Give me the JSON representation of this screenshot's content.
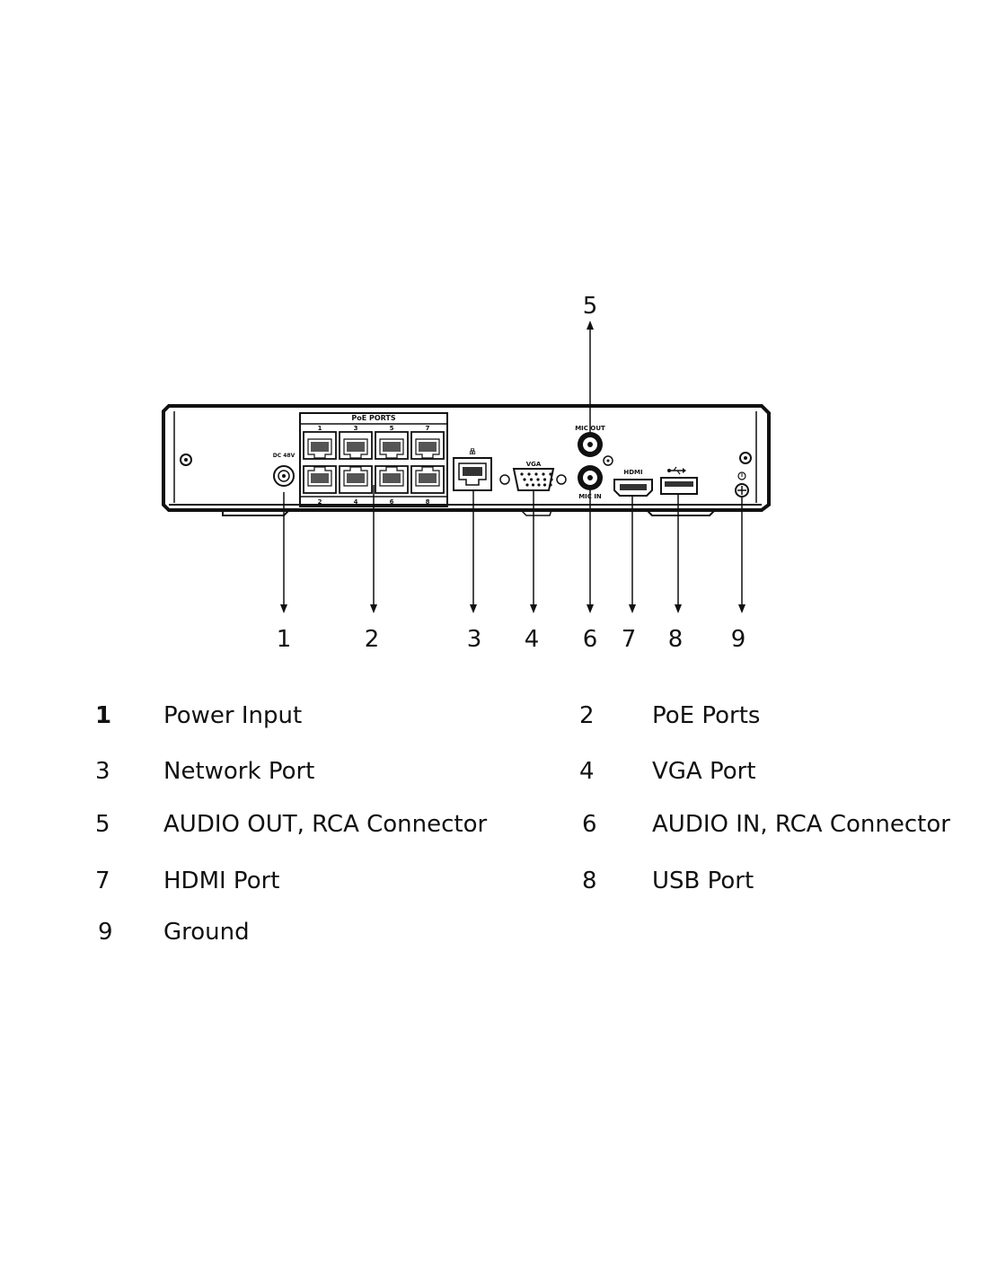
{
  "diagram": {
    "panel_labels": {
      "poe_ports": "PoE PORTS",
      "mic_out": "MIC OUT",
      "mic_in": "MIC IN",
      "vga": "VGA",
      "hdmi": "HDMI",
      "dc": "DC 48V",
      "poe_top_numbers": [
        "1",
        "3",
        "5",
        "7"
      ],
      "poe_bottom_numbers": [
        "2",
        "4",
        "6",
        "8"
      ]
    },
    "callouts": [
      "1",
      "2",
      "3",
      "4",
      "5",
      "6",
      "7",
      "8",
      "9"
    ]
  },
  "legend": [
    {
      "num": "1",
      "label": "Power Input"
    },
    {
      "num": "2",
      "label": "PoE Ports"
    },
    {
      "num": "3",
      "label": "Network Port"
    },
    {
      "num": "4",
      "label": "VGA Port"
    },
    {
      "num": "5",
      "label": "AUDIO OUT, RCA Connector"
    },
    {
      "num": "6",
      "label": "AUDIO IN, RCA Connector"
    },
    {
      "num": "7",
      "label": "HDMI Port"
    },
    {
      "num": "8",
      "label": "USB Port"
    },
    {
      "num": "9",
      "label": "Ground"
    }
  ]
}
